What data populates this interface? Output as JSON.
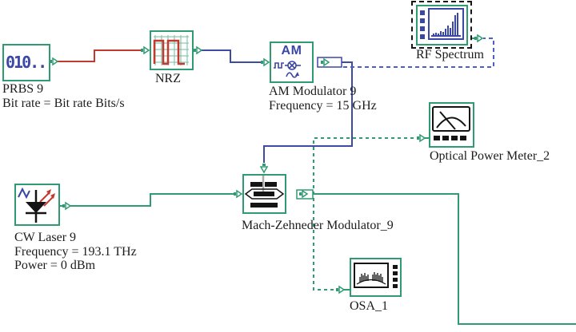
{
  "colors": {
    "teal": "#2E9B72",
    "wire_red": "#C4392F",
    "wire_blue": "#3D4BA3",
    "wire_blue_dashed": "#4A5FC8",
    "icon_blue": "#3A47A6",
    "ink": "#1C1C1C",
    "grey": "#ABABAB",
    "bg": "#FFFFFF"
  },
  "components": {
    "prbs": {
      "title": "PRBS 9",
      "params": [
        "Bit rate = Bit rate Bits/s"
      ],
      "icon_text": "010.."
    },
    "nrz": {
      "title": "NRZ"
    },
    "am": {
      "title": "AM Modulator 9",
      "params": [
        "Frequency = 15 GHz"
      ],
      "icon_text": "AM"
    },
    "rf": {
      "title": "RF Spectrum",
      "selected": true
    },
    "opm": {
      "title": "Optical Power Meter_2"
    },
    "mzm": {
      "title": "Mach-Zehneder Modulator_9"
    },
    "cw": {
      "title": "CW Laser 9",
      "params": [
        "Frequency = 193.1 THz",
        "Power = 0 dBm"
      ]
    },
    "osa": {
      "title": "OSA_1"
    }
  },
  "icons": {
    "prbs": "binary-sequence-icon",
    "nrz": "square-wave-icon",
    "am": "am-mixer-icon",
    "rf": "spectrum-bars-icon",
    "opm": "analog-meter-icon",
    "mzm": "mach-zehnder-interferometer-icon",
    "cw": "laser-diode-icon",
    "osa": "optical-spectrum-icon"
  }
}
